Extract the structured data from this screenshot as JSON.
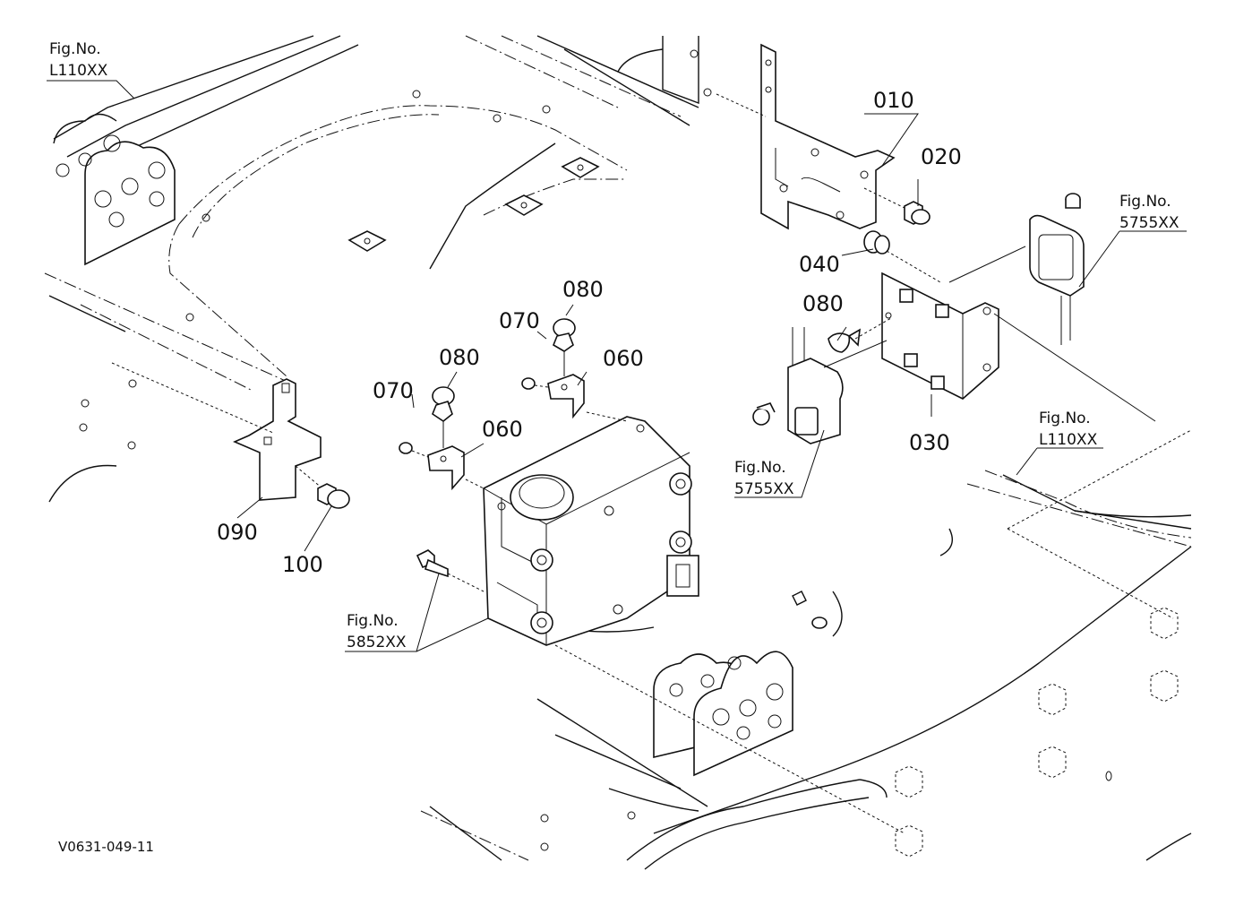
{
  "drawing_id": "V0631-049-11",
  "callouts": {
    "c010": "010",
    "c020": "020",
    "c030": "030",
    "c040": "040",
    "c060a": "060",
    "c060b": "060",
    "c070a": "070",
    "c070b": "070",
    "c080a": "080",
    "c080b": "080",
    "c080c": "080",
    "c090": "090",
    "c100": "100"
  },
  "figure_refs": {
    "topleft": {
      "label": "Fig.No.",
      "number": "L110XX"
    },
    "right_5755": {
      "label": "Fig.No.",
      "number": "5755XX"
    },
    "right_l110": {
      "label": "Fig.No.",
      "number": "L110XX"
    },
    "center_5755": {
      "label": "Fig.No.",
      "number": "5755XX"
    },
    "left_5852": {
      "label": "Fig.No.",
      "number": "5852XX"
    }
  }
}
